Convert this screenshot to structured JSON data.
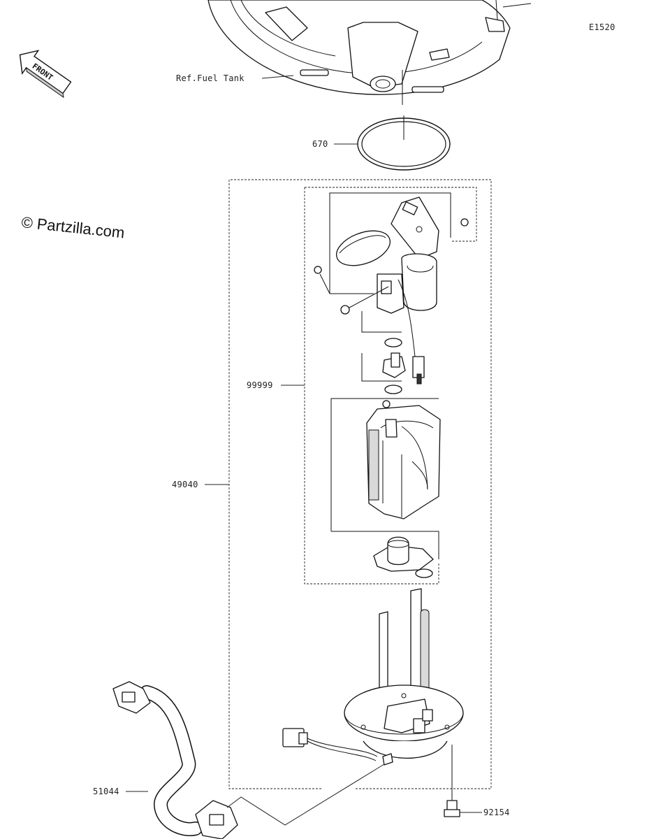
{
  "diagram_id": "E1520",
  "copyright": "© Partzilla.com",
  "front_arrow_text": "FRONT",
  "labels": {
    "ref_fuel_tank": "Ref.Fuel Tank",
    "p670": "670",
    "p99999": "99999",
    "p49040": "49040",
    "p51044": "51044",
    "p92154": "92154"
  },
  "icons": {
    "front_arrow": "front-arrow-icon"
  }
}
